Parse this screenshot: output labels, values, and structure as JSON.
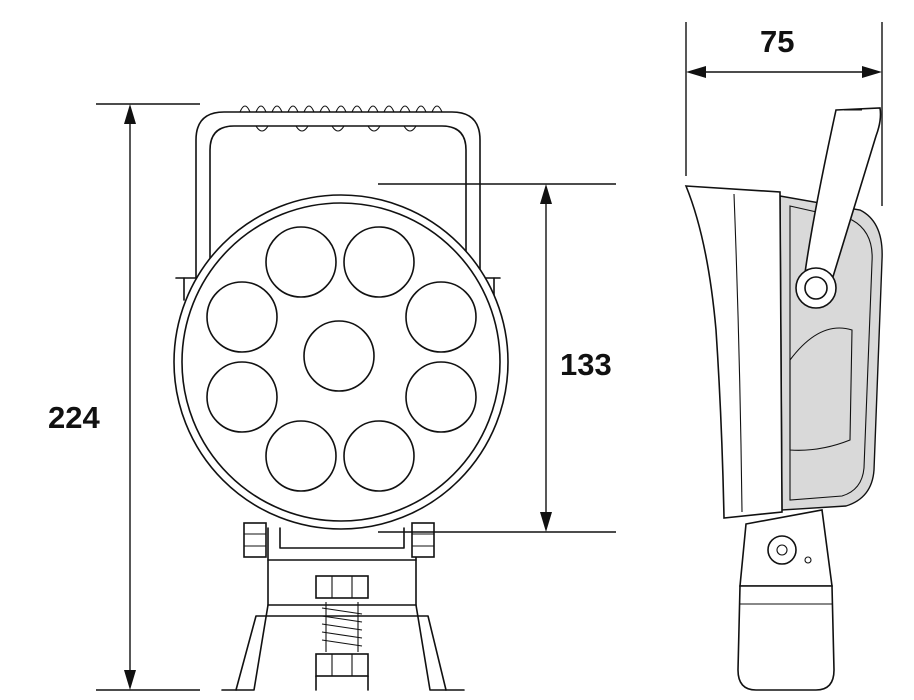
{
  "dimensions": {
    "height_total": "224",
    "lens_diameter": "133",
    "depth": "75"
  }
}
